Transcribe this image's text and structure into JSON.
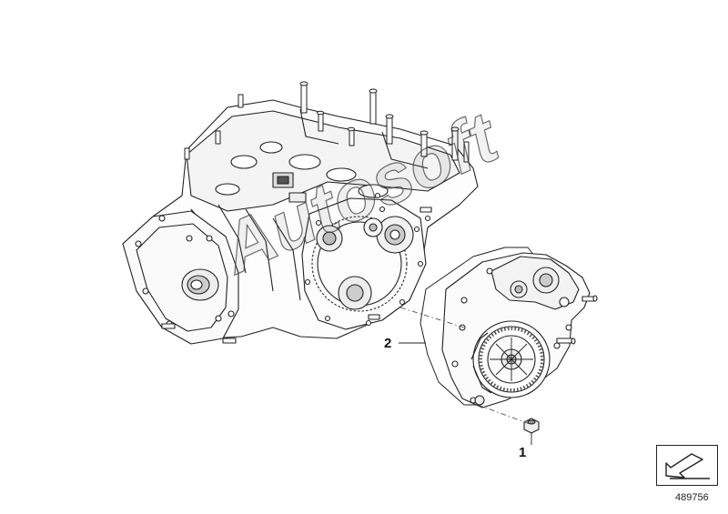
{
  "diagram": {
    "parts": [
      {
        "number": "1"
      },
      {
        "number": "2"
      }
    ],
    "diagram_number": "489756",
    "watermark": "Autosoft",
    "navigation": {
      "icon": "arrow-down-left-icon"
    },
    "colors": {
      "line": "#222222",
      "shade": "#cfcfcf",
      "background": "#ffffff"
    }
  }
}
